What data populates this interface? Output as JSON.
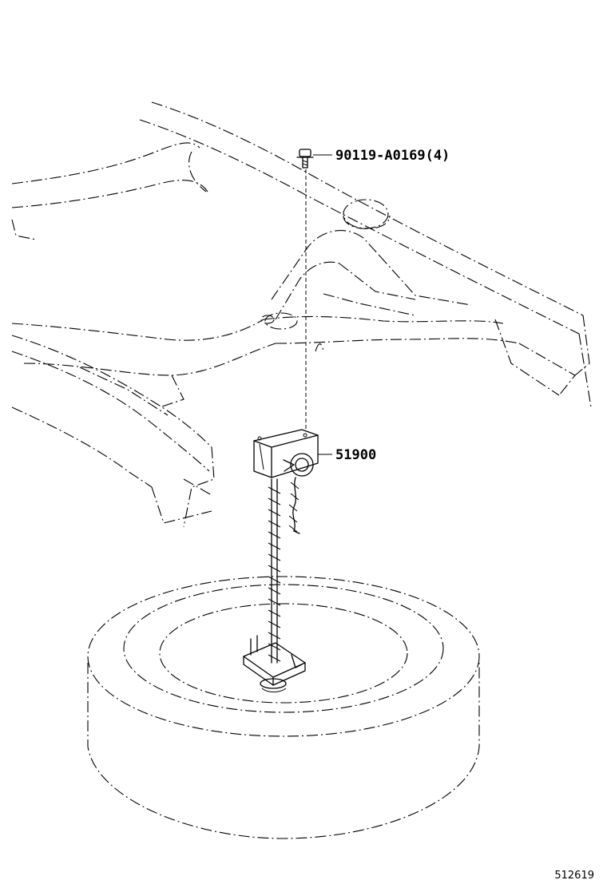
{
  "diagram": {
    "callouts": {
      "bolt_part_number": "90119-A0169(4)",
      "hanger_part_number": "51900"
    },
    "illustration_id": "512619"
  }
}
